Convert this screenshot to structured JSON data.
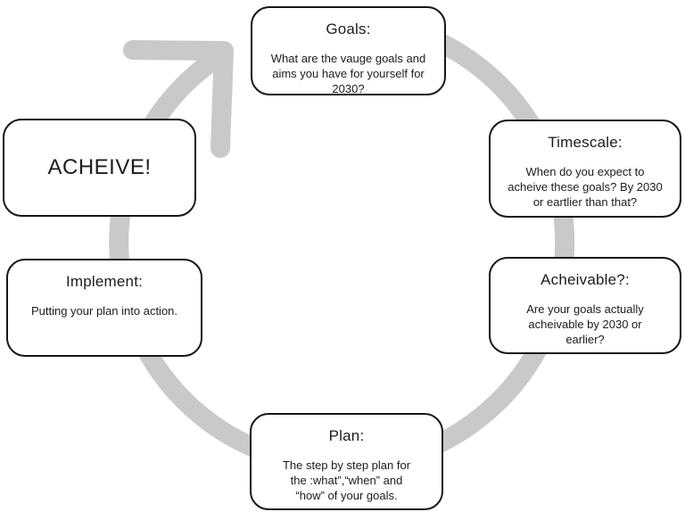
{
  "diagram": {
    "type": "cycle",
    "colors": {
      "arc": "#c9c9c9",
      "box_border": "#161616",
      "box_bg": "#ffffff",
      "text": "#1c1c1c"
    },
    "nodes": [
      {
        "id": "goals",
        "heading": "Goals:",
        "body": "What are the vauge goals and\naims you have for yourself for\n2030?"
      },
      {
        "id": "timescale",
        "heading": "Timescale:",
        "body": "When do you expect to\nacheive these goals? By 2030\nor eartlier than that?"
      },
      {
        "id": "acheivable",
        "heading": "Acheivable?:",
        "body": "Are your goals actually\nacheivable by 2030 or\nearlier?"
      },
      {
        "id": "plan",
        "heading": "Plan:",
        "body": "The step by step plan for\nthe :what”,“when” and\n“how” of your goals."
      },
      {
        "id": "implement",
        "heading": "Implement:",
        "body": "Putting your plan into action."
      },
      {
        "id": "acheive",
        "label": "ACHEIVE!"
      }
    ]
  }
}
